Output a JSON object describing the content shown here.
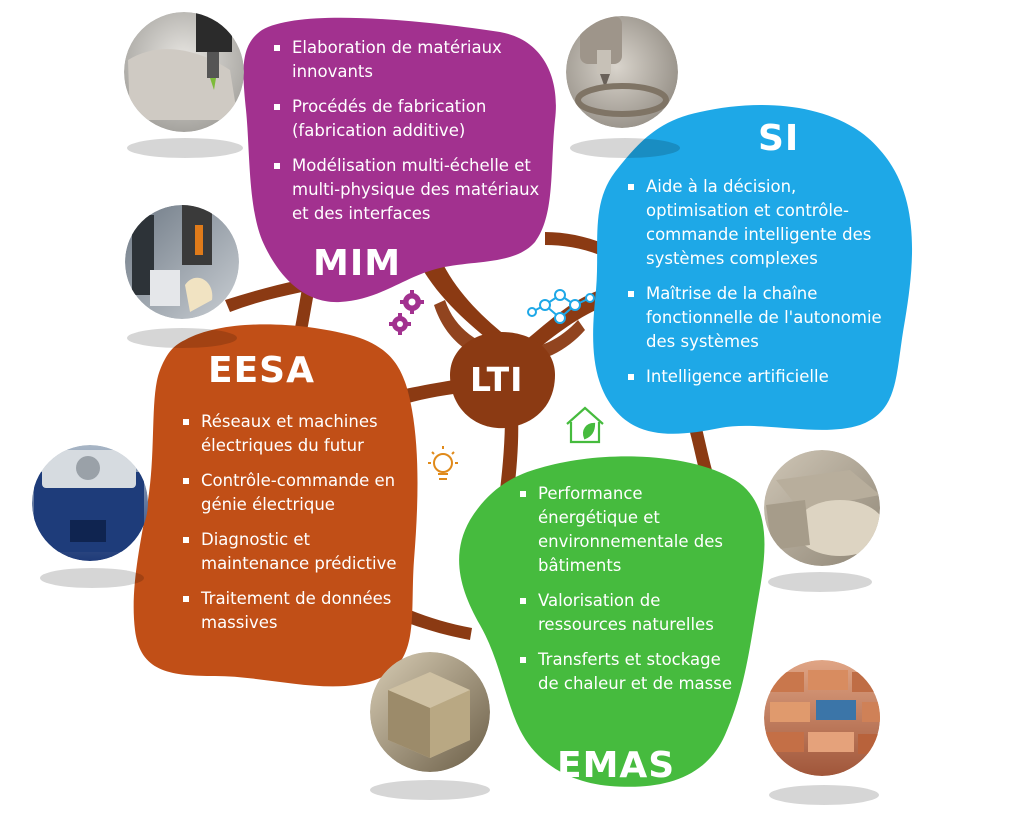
{
  "colors": {
    "mim": "#a2318f",
    "si": "#1ea8e7",
    "eesa": "#c14f17",
    "emas": "#46bb3e",
    "lti": "#8b3a13",
    "connector": "#8b3a13"
  },
  "hub": {
    "title": "LTI"
  },
  "mim": {
    "title": "MIM",
    "items": [
      "Elaboration de matériaux innovants",
      "Procédés de fabrication (fabrication additive)",
      "Modélisation multi-échelle et multi-physique des matériaux et des interfaces"
    ]
  },
  "si": {
    "title": "SI",
    "items": [
      "Aide à la décision, optimisation et contrôle-commande intelligente des systèmes complexes",
      "Maîtrise de la chaîne fonctionnelle de l'autonomie des systèmes",
      "Intelligence artificielle"
    ]
  },
  "eesa": {
    "title": "EESA",
    "items": [
      "Réseaux et machines électriques du futur",
      "Contrôle-commande en génie électrique",
      "Diagnostic et maintenance prédictive",
      "Traitement de données massives"
    ]
  },
  "emas": {
    "title": "EMAS",
    "items": [
      "Performance énergétique et environnementale des bâtiments",
      "Valorisation de ressources naturelles",
      "Transferts et stockage de chaleur et de masse"
    ]
  },
  "icons": [
    "gears-icon",
    "network-icon",
    "lightbulb-icon",
    "eco-house-icon"
  ],
  "photos": [
    "3d-printer-photo",
    "extruder-photo",
    "robot-arm-photo",
    "electrical-machine-photo",
    "hemp-concrete-photo",
    "bio-blocks-photo",
    "bricks-photo"
  ]
}
